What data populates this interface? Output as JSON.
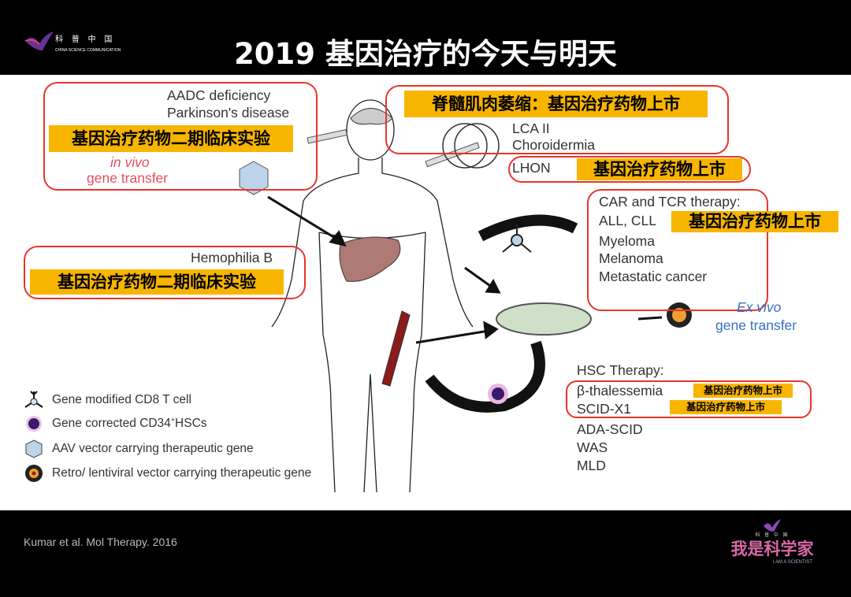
{
  "header": {
    "title": "2019 基因治疗的今天与明天",
    "logo_text": "科 普 中 国",
    "logo_subtext": "CHINA SCIENCE COMMUNICATION"
  },
  "diagram": {
    "in_vivo": {
      "diseases": [
        "AADC deficiency",
        "Parkinson's disease"
      ],
      "label_line1": "in vivo",
      "label_line2": "gene transfer",
      "annotation": "基因治疗药物二期临床实验"
    },
    "eye": {
      "annotation": "脊髓肌肉萎缩：基因治疗药物上市",
      "diseases": [
        "LCA II",
        "Choroidermia",
        "LHON"
      ],
      "lhon_annotation": "基因治疗药物上市"
    },
    "car": {
      "title": "CAR and TCR therapy:",
      "diseases": [
        "ALL, CLL",
        "Myeloma",
        "Melanoma",
        "Metastatic cancer"
      ],
      "annotation": "基因治疗药物上市"
    },
    "ex_vivo": {
      "label_line1": "Ex vivo",
      "label_line2": "gene transfer"
    },
    "liver": {
      "disease": "Hemophilia B",
      "annotation": "基因治疗药物二期临床实验"
    },
    "hsc": {
      "title": "HSC Therapy:",
      "diseases": [
        "β-thalessemia",
        "SCID-X1",
        "ADA-SCID",
        "WAS",
        "MLD"
      ],
      "annotation1": "基因治疗药物上市",
      "annotation2": "基因治疗药物上市"
    },
    "legend": [
      "Gene modified CD8 T cell",
      "Gene corrected CD34",
      "AAV vector carrying therapeutic gene",
      "Retro/ lentiviral vector carrying therapeutic gene"
    ],
    "legend_sup": "+",
    "legend_suffix": "HSCs"
  },
  "footer": {
    "citation": "Kumar et al. Mol Therapy. 2016",
    "logo_text": "我是科学家",
    "logo_subtext": "I AM A SCIENTIST",
    "logo_small": "科 普 中 国"
  },
  "colors": {
    "highlight": "#f7b500",
    "outline": "#e8352a",
    "in_vivo": "#e05060",
    "ex_vivo": "#3a6fc0"
  }
}
